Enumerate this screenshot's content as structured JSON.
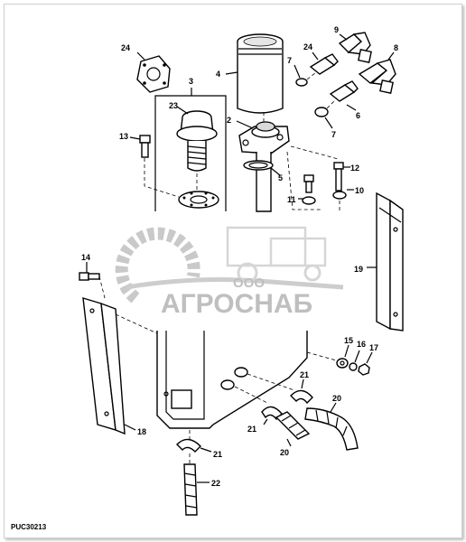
{
  "diagram": {
    "reference_code": "PUC30213",
    "watermark": {
      "prefix": "ООО",
      "name": "АГРОСНАБ"
    },
    "callouts": [
      {
        "id": "c24a",
        "text": "24"
      },
      {
        "id": "c3",
        "text": "3"
      },
      {
        "id": "c23",
        "text": "23"
      },
      {
        "id": "c13",
        "text": "13"
      },
      {
        "id": "c4",
        "text": "4"
      },
      {
        "id": "c2",
        "text": "2"
      },
      {
        "id": "c5",
        "text": "5"
      },
      {
        "id": "c24b",
        "text": "24"
      },
      {
        "id": "c7a",
        "text": "7"
      },
      {
        "id": "c9",
        "text": "9"
      },
      {
        "id": "c8",
        "text": "8"
      },
      {
        "id": "c6",
        "text": "6"
      },
      {
        "id": "c7b",
        "text": "7"
      },
      {
        "id": "c12",
        "text": "12"
      },
      {
        "id": "c10",
        "text": "10"
      },
      {
        "id": "c11",
        "text": "11"
      },
      {
        "id": "c19",
        "text": "19"
      },
      {
        "id": "c14",
        "text": "14"
      },
      {
        "id": "c15",
        "text": "15"
      },
      {
        "id": "c16",
        "text": "16"
      },
      {
        "id": "c17",
        "text": "17"
      },
      {
        "id": "c21a",
        "text": "21"
      },
      {
        "id": "c20a",
        "text": "20"
      },
      {
        "id": "c21b",
        "text": "21"
      },
      {
        "id": "c20b",
        "text": "20"
      },
      {
        "id": "c18",
        "text": "18"
      },
      {
        "id": "c21c",
        "text": "21"
      },
      {
        "id": "c22",
        "text": "22"
      }
    ]
  }
}
